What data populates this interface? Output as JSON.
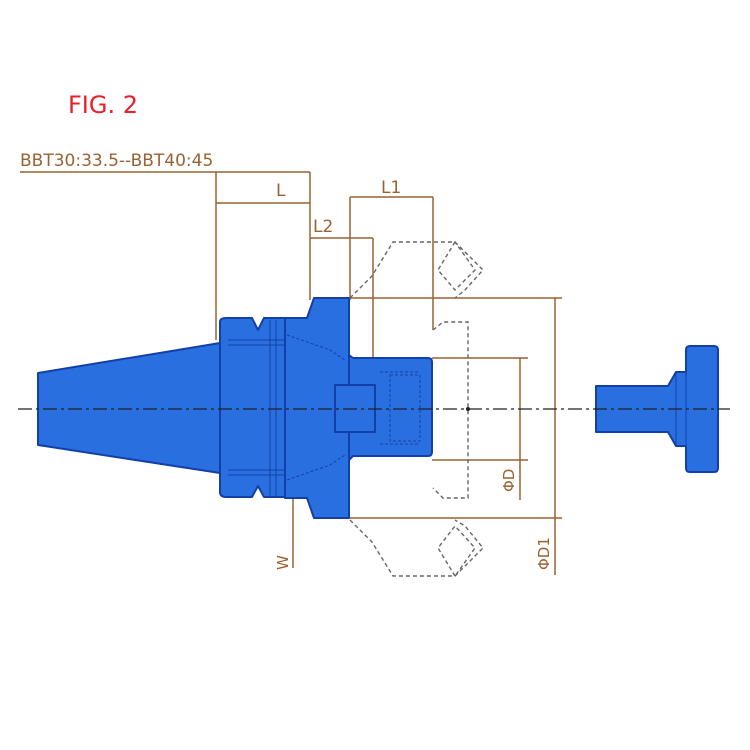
{
  "figure": {
    "title": "FIG. 2",
    "spec": "BBT30:33.5--BBT40:45"
  },
  "dimensions": {
    "L": "L",
    "L1": "L1",
    "L2": "L2",
    "W": "W",
    "D": "ΦD",
    "D1": "ΦD1"
  },
  "colors": {
    "title": "#e8202a",
    "dimension_line": "#9a6232",
    "part_fill": "#2a6fe0",
    "part_edge": "#1240a8",
    "centerline": "#222222",
    "phantom": "#666666"
  }
}
